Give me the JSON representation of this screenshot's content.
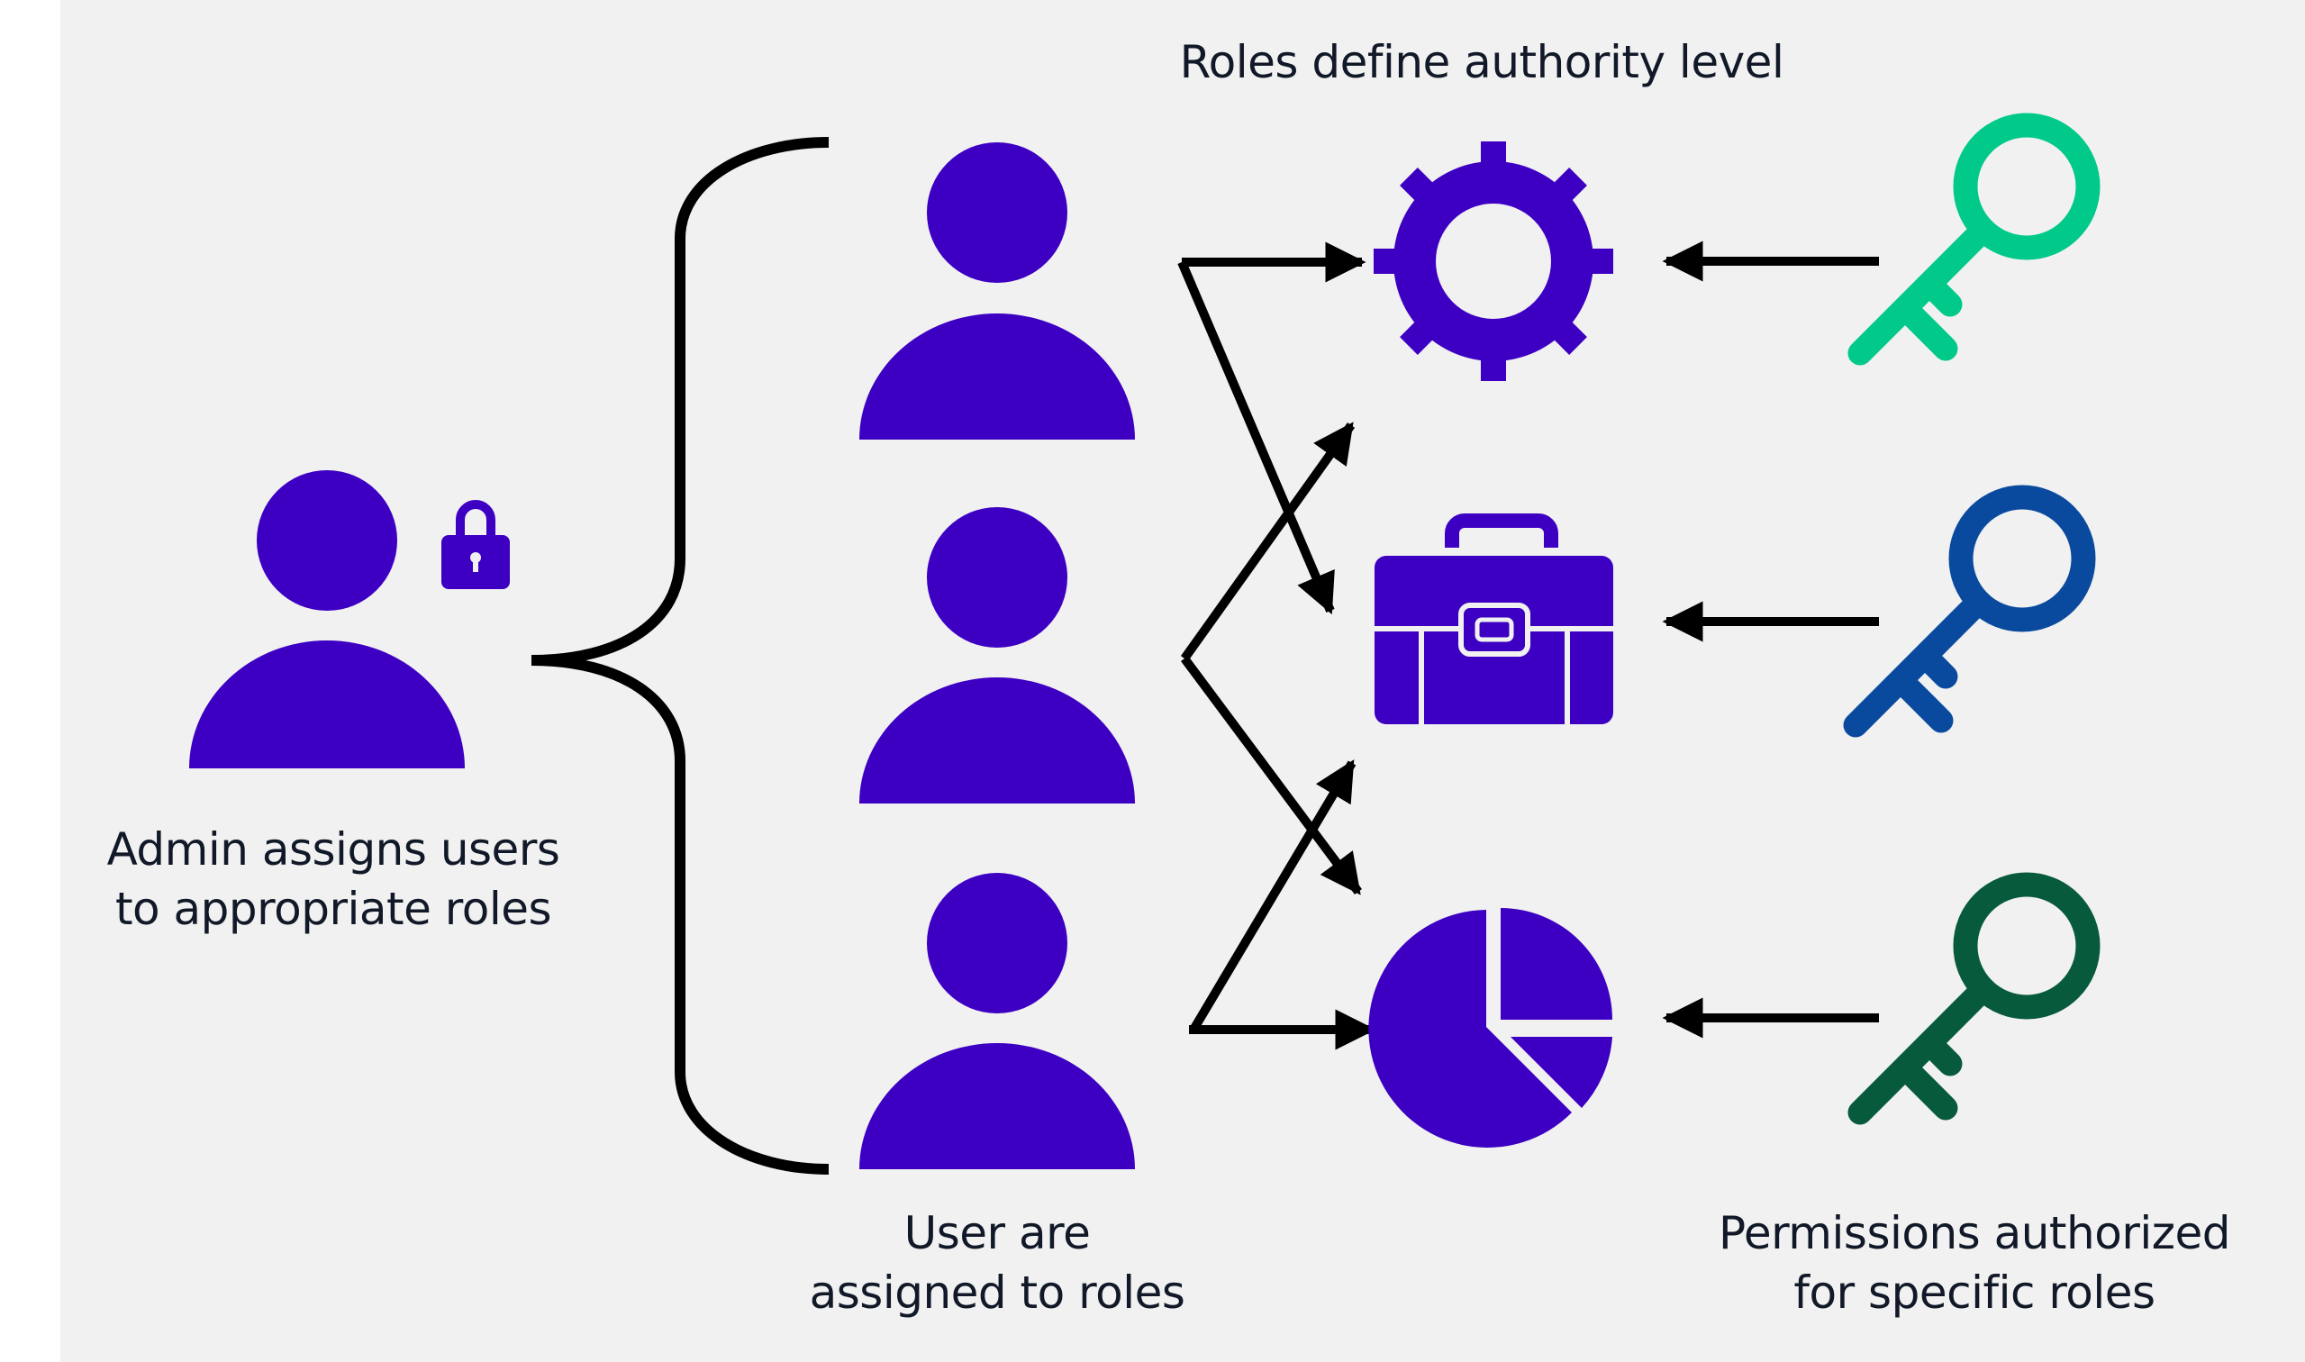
{
  "labels": {
    "roles_title": "Roles define authority level",
    "admin_line1": "Admin assigns users",
    "admin_line2": "to appropriate roles",
    "users_line1": "User are",
    "users_line2": "assigned to roles",
    "perms_line1": "Permissions authorized",
    "perms_line2": "for specific roles"
  },
  "icons": {
    "admin": "admin-user-icon",
    "lock": "padlock-icon",
    "users": [
      "user-icon",
      "user-icon",
      "user-icon"
    ],
    "roles": [
      "gear-icon",
      "briefcase-icon",
      "pie-chart-icon"
    ],
    "keys": [
      "key-icon",
      "key-icon",
      "key-icon"
    ]
  },
  "colors": {
    "background": "#f1f1f1",
    "icon_purple": "#3d00c3",
    "connector": "#000000",
    "key_1": "#00c98a",
    "key_2": "#0a4a9e",
    "key_3": "#075a3c",
    "text": "#111827"
  }
}
